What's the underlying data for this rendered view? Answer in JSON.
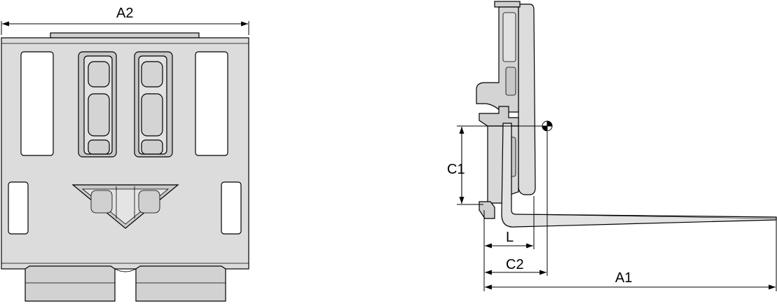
{
  "labels": {
    "a2": "A2",
    "a1": "A1",
    "c1": "C1",
    "c2": "C2",
    "l": "L"
  },
  "colors": {
    "body_fill": "#dcdcdc",
    "body_dark": "#c4c4c4",
    "line": "#000000",
    "window_fill": "#ffffff"
  }
}
